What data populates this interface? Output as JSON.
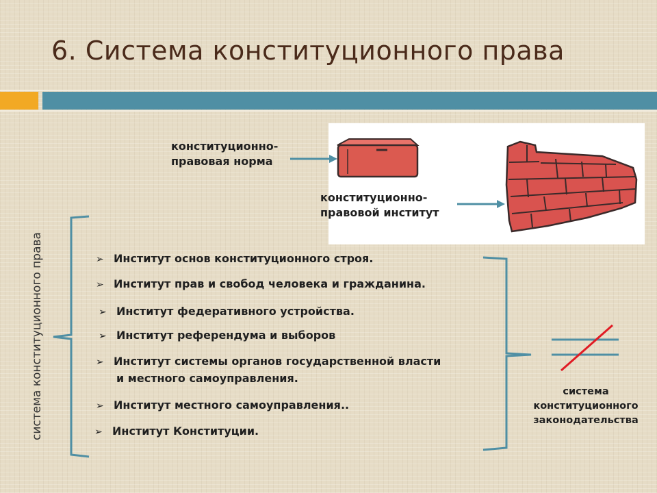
{
  "slide": {
    "title": "6. Система конституционного права"
  },
  "labels": {
    "norm_line1": "конституционно-",
    "norm_line2": "правовая норма",
    "inst_line1": "конституционно-",
    "inst_line2": "правовой институт",
    "vertical": "система конституционного права",
    "rhs_line1": "система",
    "rhs_line2": "конституционного",
    "rhs_line3": "законодательства"
  },
  "list_marker": "➢",
  "institutes": [
    {
      "line1": "Институт основ конституционного строя.",
      "line2": ""
    },
    {
      "line1": "Институт прав и свобод человека и гражданина.",
      "line2": ""
    },
    {
      "line1": "Институт федеративного устройства.",
      "line2": ""
    },
    {
      "line1": "Институт референдума и выборов",
      "line2": ""
    },
    {
      "line1": "Институт системы органов государственной власти",
      "line2": "и местного самоуправления."
    },
    {
      "line1": "Институт местного самоуправления..",
      "line2": ""
    },
    {
      "line1": "Институт Конституции.",
      "line2": ""
    }
  ],
  "colors": {
    "accent_orange": "#f2a924",
    "accent_teal": "#4f8fa4",
    "brick": "#d9534f",
    "not_equal_slash": "#e01b24",
    "title": "#4a2a1a"
  },
  "icons": {
    "single_brick": "brick-icon",
    "brick_wall": "brick-wall-icon",
    "not_equal": "not-equal-icon",
    "arrow": "arrow-right-icon"
  }
}
